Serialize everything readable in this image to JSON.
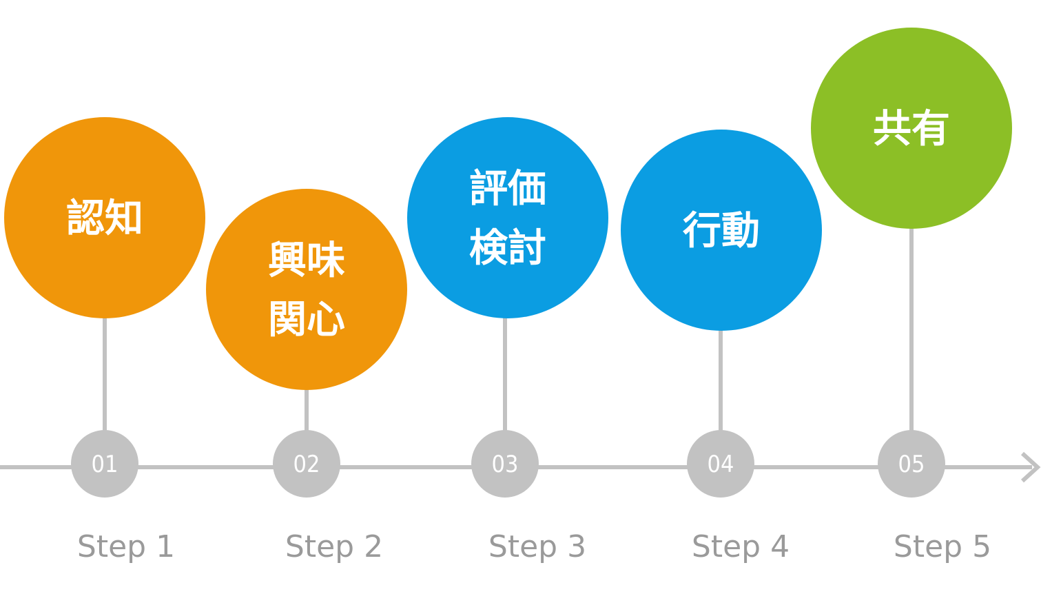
{
  "colors": {
    "orange": "#f0960a",
    "blue": "#0b9de2",
    "green": "#8cbf26",
    "gray": "#c2c2c2",
    "step_text": "#9a9a9a"
  },
  "steps": [
    {
      "number": "01",
      "step_label": "Step 1",
      "title_lines": [
        "認知"
      ],
      "color": "orange"
    },
    {
      "number": "02",
      "step_label": "Step 2",
      "title_lines": [
        "興味",
        "関心"
      ],
      "color": "orange"
    },
    {
      "number": "03",
      "step_label": "Step 3",
      "title_lines": [
        "評価",
        "検討"
      ],
      "color": "blue"
    },
    {
      "number": "04",
      "step_label": "Step 4",
      "title_lines": [
        "行動"
      ],
      "color": "blue"
    },
    {
      "number": "05",
      "step_label": "Step 5",
      "title_lines": [
        "共有"
      ],
      "color": "green"
    }
  ]
}
